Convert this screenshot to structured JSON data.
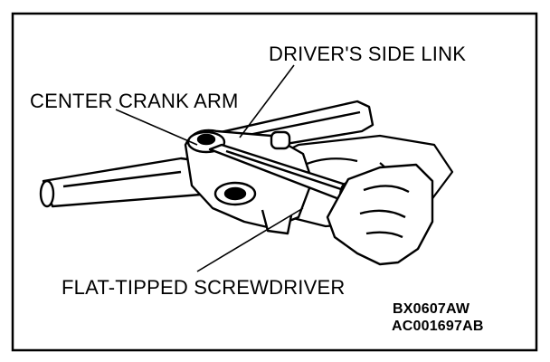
{
  "labels": {
    "drivers_side_link": "DRIVER'S SIDE LINK",
    "center_crank_arm": "CENTER CRANK ARM",
    "flat_tipped_screwdriver": "FLAT-TIPPED SCREWDRIVER"
  },
  "codes": {
    "figure_code": "BX0607AW",
    "reference_code": "AC001697AB"
  }
}
